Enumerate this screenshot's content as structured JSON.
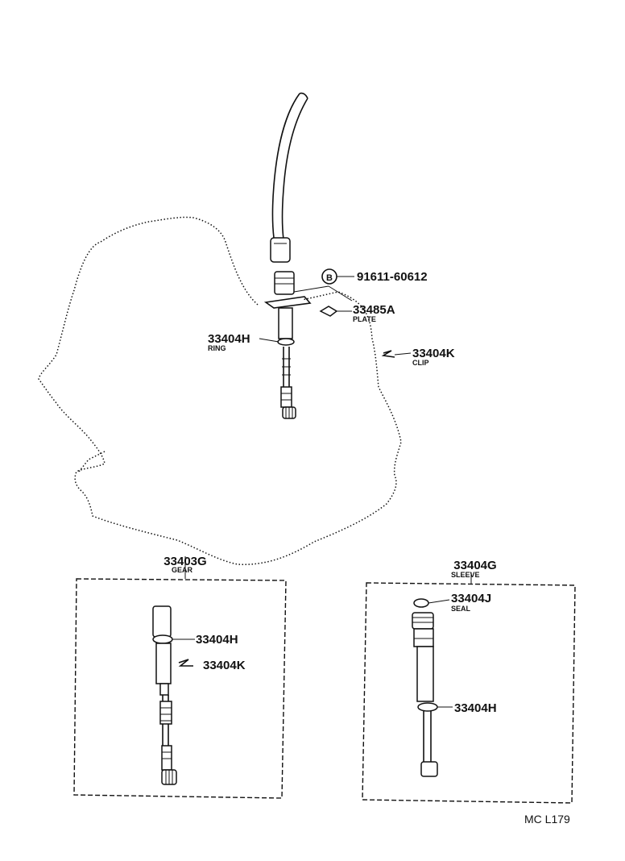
{
  "labels": {
    "plate_bolt_code": "91611-60612",
    "bolt_badge": "B",
    "plate_code": "33485A",
    "plate_name": "PLATE",
    "ring_code": "33404H",
    "ring_name": "RING",
    "clip_code": "33404K",
    "clip_name": "CLIP",
    "gear_assy_code": "33403G",
    "gear_assy_name": "GEAR",
    "gear_ring_code": "33404H",
    "gear_clip_code": "33404K",
    "sleeve_assy_code": "33404G",
    "sleeve_assy_name": "SLEEVE",
    "seal_code": "33404J",
    "seal_name": "SEAL",
    "sleeve_ring_code": "33404H",
    "figure_code": "MC L179"
  }
}
